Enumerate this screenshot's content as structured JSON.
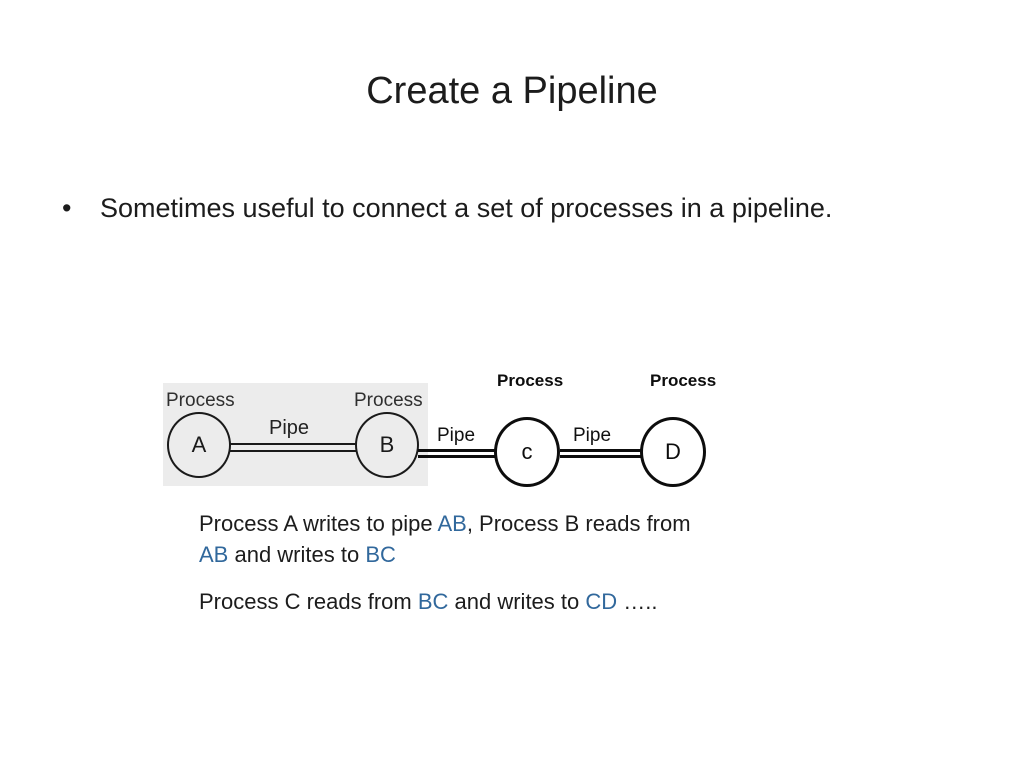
{
  "slide": {
    "title": "Create a Pipeline",
    "bullet_icon": "•",
    "bullet_text": "Sometimes useful to connect a set of processes in a pipeline."
  },
  "diagram": {
    "ab_group": {
      "process_a_label": "Process",
      "process_b_label": "Process",
      "pipe_label": "Pipe",
      "node_a": "A",
      "node_b": "B"
    },
    "process_c_label": "Process",
    "process_d_label": "Process",
    "pipe_bc_label": "Pipe",
    "pipe_cd_label": "Pipe",
    "node_c": "c",
    "node_d": "D"
  },
  "caption": {
    "p1_seg1": "Process A writes to pipe ",
    "p1_ab1": "AB",
    "p1_seg2": ", Process B reads from",
    "p1_ab2": "AB",
    "p1_seg3": " and writes to ",
    "p1_bc": "BC",
    "p2_seg1": "Process C reads from ",
    "p2_bc": "BC",
    "p2_seg2": " and writes to ",
    "p2_cd": "CD",
    "p2_seg3": " ….."
  },
  "colors": {
    "accent_blue": "#31689C",
    "diagram_background": "#ECECEC",
    "text": "#1C1C1C"
  }
}
